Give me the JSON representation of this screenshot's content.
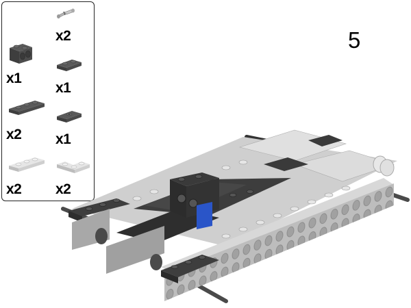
{
  "step": {
    "number": "5"
  },
  "parts_list": {
    "items": [
      {
        "name": "technic-pin",
        "color": "light-gray",
        "quantity": "x2"
      },
      {
        "name": "technic-brick-1x2-with-holes",
        "color": "dark-gray",
        "quantity": "x1"
      },
      {
        "name": "plate-1x2",
        "color": "dark-gray",
        "quantity": "x1"
      },
      {
        "name": "plate-1x3",
        "color": "dark-gray",
        "quantity": "x2"
      },
      {
        "name": "plate-1x2-jumper",
        "color": "dark-gray",
        "quantity": "x1"
      },
      {
        "name": "plate-1x3",
        "color": "light-gray",
        "quantity": "x2"
      },
      {
        "name": "plate-2x2-corner",
        "color": "light-gray",
        "quantity": "x2"
      }
    ]
  },
  "colors": {
    "dark_gray": "#4a4a4a",
    "light_gray": "#d4d4d4",
    "mid_gray": "#a8a8a8",
    "highlight_blue": "#2a55c8",
    "axle": "#555555"
  }
}
